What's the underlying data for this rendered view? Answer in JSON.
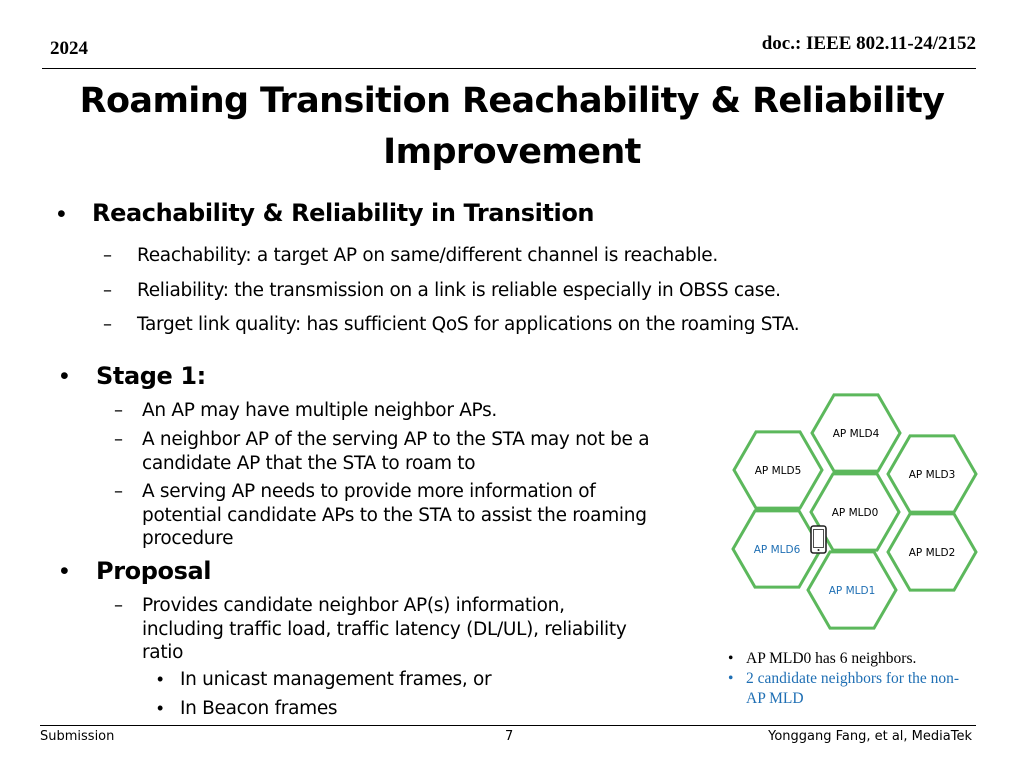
{
  "header": {
    "year": "2024",
    "doc": "doc.: IEEE 802.11-24/2152"
  },
  "title": {
    "line1": "Roaming Transition Reachability & Reliability",
    "line2": "Improvement"
  },
  "section1": {
    "heading": "Reachability & Reliability in Transition",
    "items": [
      "Reachability: a target AP on same/different channel is reachable.",
      "Reliability: the transmission on a link is reliable especially in OBSS case.",
      "Target link quality: has sufficient QoS for applications on the roaming STA."
    ]
  },
  "stage1": {
    "heading": "Stage 1:",
    "items": [
      "An AP may have multiple neighbor APs.",
      "A neighbor AP of the serving AP to the STA may not be a candidate AP that the STA to roam to",
      "A serving AP needs to provide more information of potential candidate APs to the STA to assist the roaming procedure"
    ]
  },
  "proposal": {
    "heading": "Proposal",
    "item": "Provides candidate neighbor AP(s) information, including traffic load, traffic latency (DL/UL), reliability ratio",
    "subitems": [
      "In unicast management frames, or",
      "In Beacon frames"
    ]
  },
  "diagram": {
    "hexes": [
      {
        "label": "AP MLD4",
        "candidate": false
      },
      {
        "label": "AP MLD5",
        "candidate": false
      },
      {
        "label": "AP MLD3",
        "candidate": false
      },
      {
        "label": "AP MLD0",
        "candidate": false
      },
      {
        "label": "AP MLD6",
        "candidate": true
      },
      {
        "label": "AP MLD2",
        "candidate": false
      },
      {
        "label": "AP MLD1",
        "candidate": true
      }
    ],
    "hex_stroke": "#5cb85c",
    "candidate_text_color": "#1f6fb4",
    "device_icon": "smartphone-icon"
  },
  "notes": {
    "line1": "AP MLD0 has 6 neighbors.",
    "line2a": "2 candidate neighbors for the non-",
    "line2b": "AP MLD"
  },
  "footer": {
    "left": "Submission",
    "page": "7",
    "right": "Yonggang Fang, et al, MediaTek"
  }
}
